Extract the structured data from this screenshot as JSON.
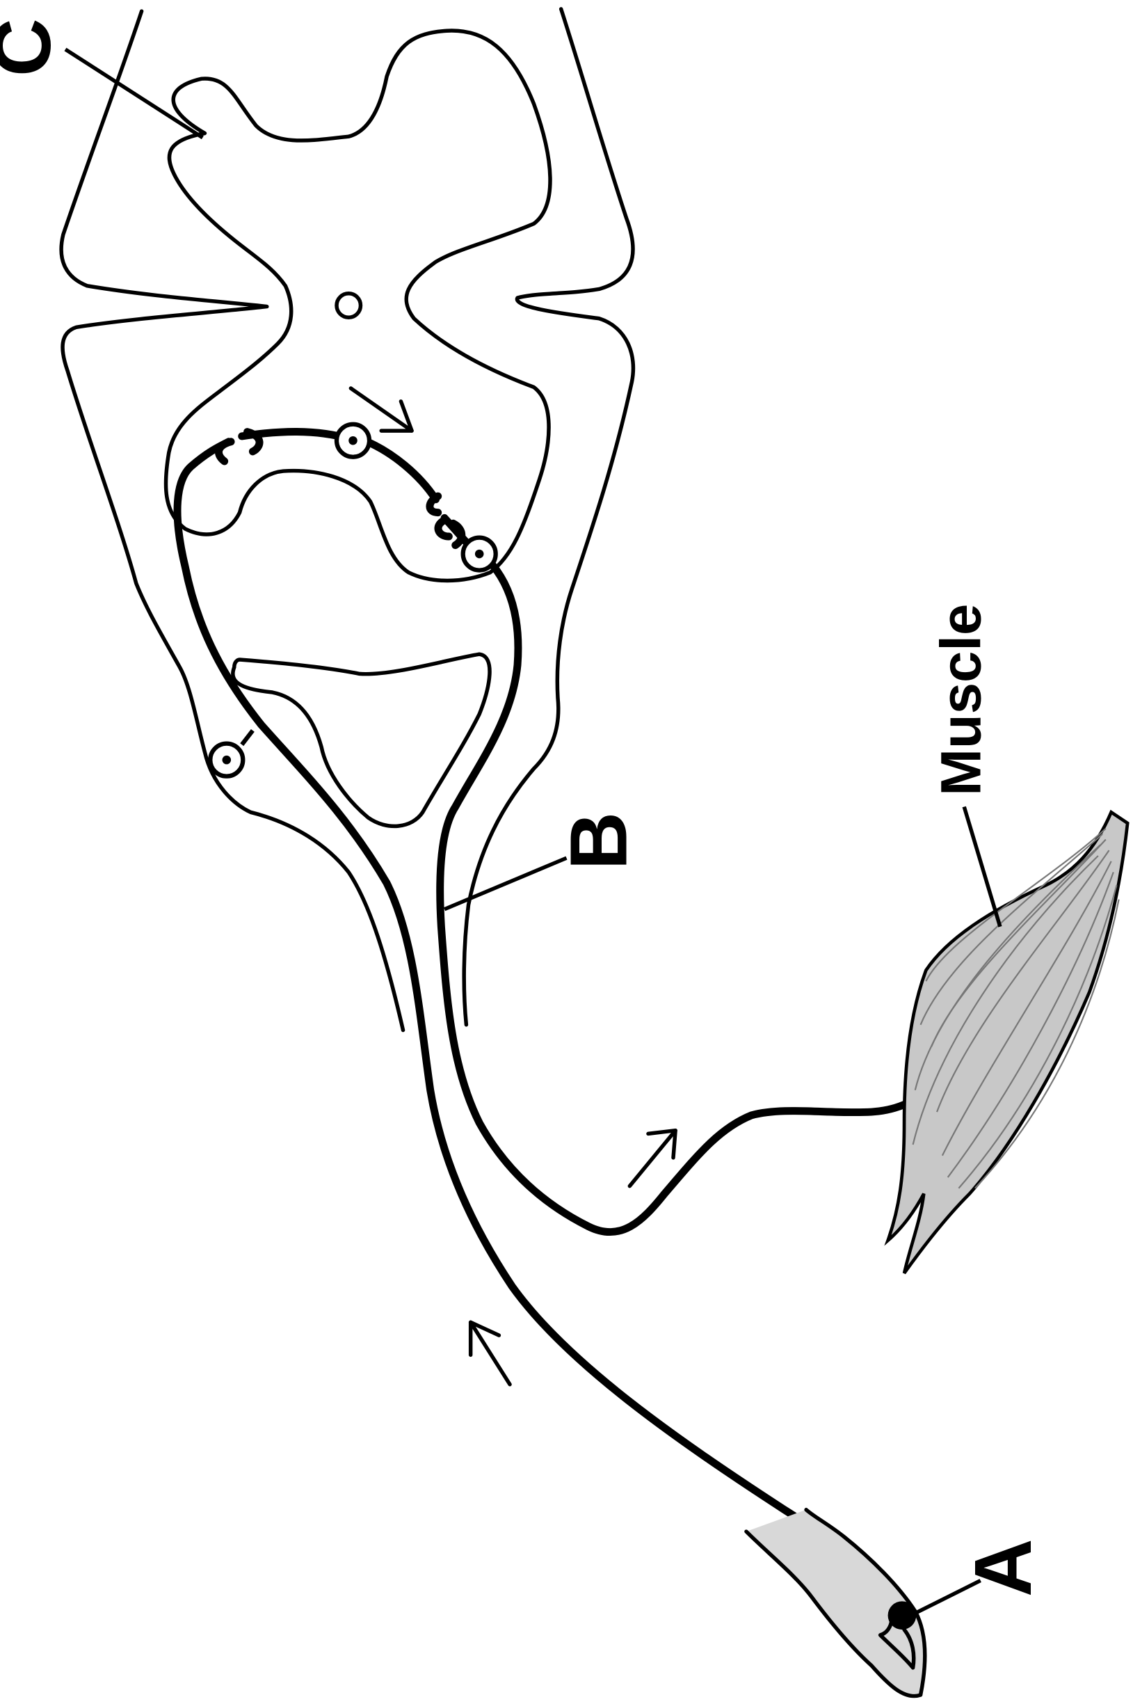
{
  "labels": {
    "a": "A",
    "b": "B",
    "c": "C",
    "muscle": "Muscle"
  },
  "colors": {
    "stroke": "#000000",
    "tissue_fill": "#c8c8c8",
    "skin_fill": "#d8d8d8"
  }
}
